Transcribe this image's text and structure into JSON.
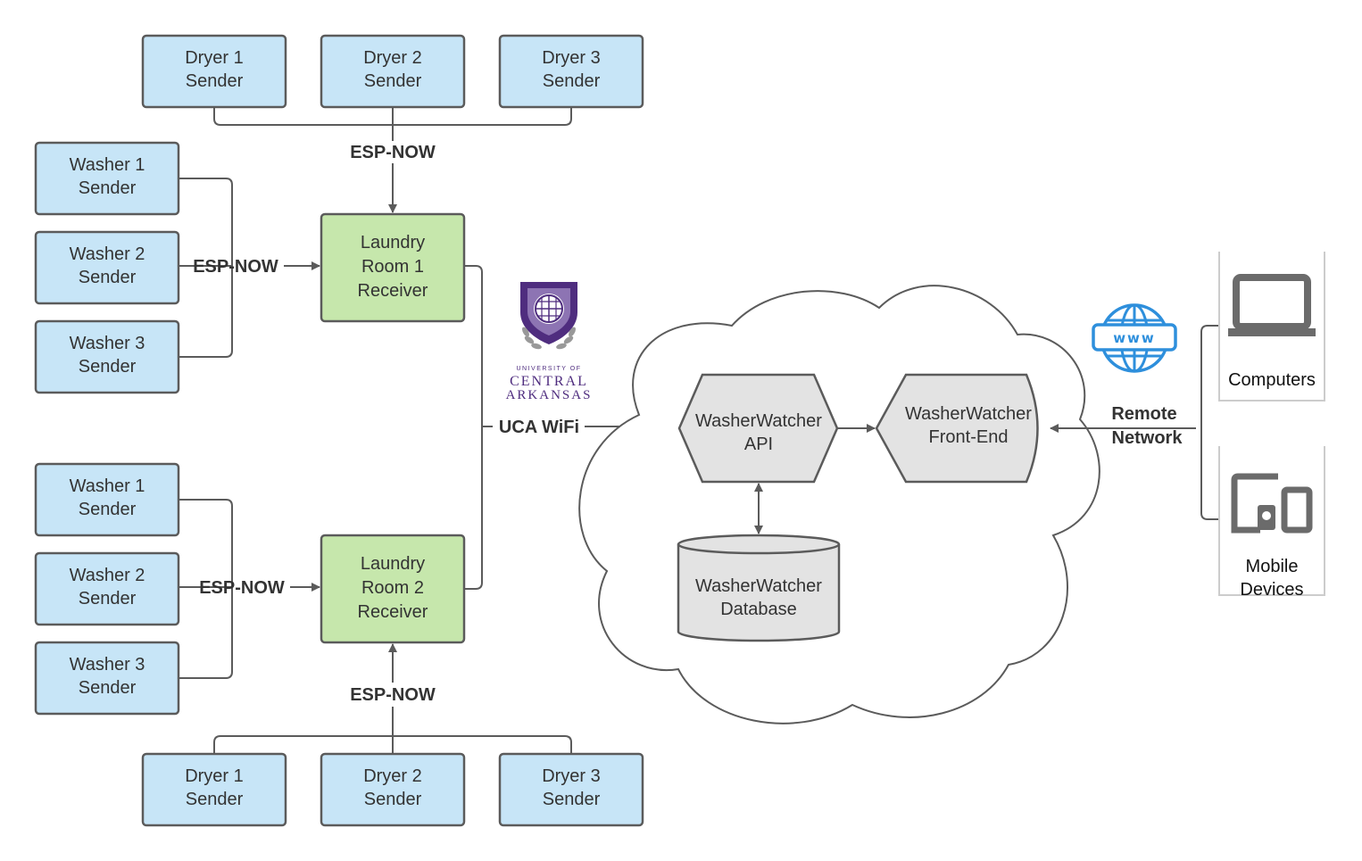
{
  "room1": {
    "dryers": [
      {
        "line1": "Dryer 1",
        "line2": "Sender"
      },
      {
        "line1": "Dryer 2",
        "line2": "Sender"
      },
      {
        "line1": "Dryer 3",
        "line2": "Sender"
      }
    ],
    "washers": [
      {
        "line1": "Washer 1",
        "line2": "Sender"
      },
      {
        "line1": "Washer 2",
        "line2": "Sender"
      },
      {
        "line1": "Washer 3",
        "line2": "Sender"
      }
    ],
    "receiver": {
      "line1": "Laundry",
      "line2": "Room 1",
      "line3": "Receiver"
    },
    "dryer_link": "ESP-NOW",
    "washer_link": "ESP-NOW"
  },
  "room2": {
    "dryers": [
      {
        "line1": "Dryer 1",
        "line2": "Sender"
      },
      {
        "line1": "Dryer 2",
        "line2": "Sender"
      },
      {
        "line1": "Dryer 3",
        "line2": "Sender"
      }
    ],
    "washers": [
      {
        "line1": "Washer 1",
        "line2": "Sender"
      },
      {
        "line1": "Washer 2",
        "line2": "Sender"
      },
      {
        "line1": "Washer 3",
        "line2": "Sender"
      }
    ],
    "receiver": {
      "line1": "Laundry",
      "line2": "Room 2",
      "line3": "Receiver"
    },
    "dryer_link": "ESP-NOW",
    "washer_link": "ESP-NOW"
  },
  "wifi_link": "UCA WiFi",
  "uca_logo": {
    "line1": "UNIVERSITY OF",
    "line2": "CENTRAL",
    "line3": "ARKANSAS",
    "color": "#4f2d7f"
  },
  "cloud": {
    "api": {
      "line1": "WasherWatcher",
      "line2": "API"
    },
    "frontend": {
      "line1": "WasherWatcher",
      "line2": "Front-End"
    },
    "database": {
      "line1": "WasherWatcher",
      "line2": "Database"
    }
  },
  "remote": {
    "line1": "Remote",
    "line2": "Network",
    "icon": "www-globe-icon",
    "icon_color": "#2e8fdc"
  },
  "clients": {
    "computers": {
      "label": "Computers",
      "icon": "laptop-icon"
    },
    "mobile": {
      "line1": "Mobile",
      "line2": "Devices",
      "icon": "mobile-devices-icon"
    }
  },
  "colors": {
    "sender": "#c7e5f7",
    "receiver": "#c6e7ac",
    "cloud_node": "#e3e3e3",
    "stroke": "#5b5b5b"
  }
}
